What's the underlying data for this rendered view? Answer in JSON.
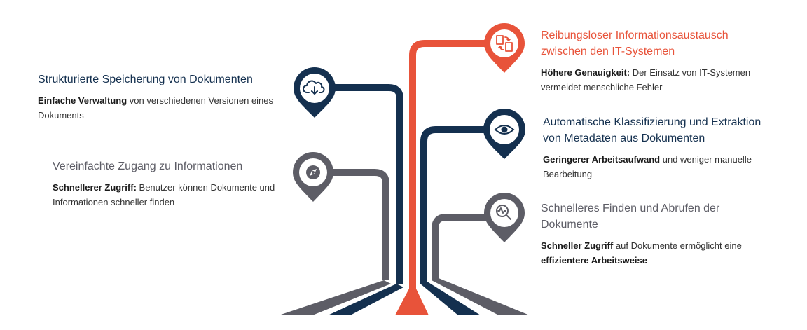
{
  "colors": {
    "navy": "#14304f",
    "grey": "#5d5d66",
    "red": "#e8533a"
  },
  "items": [
    {
      "id": "structured-storage",
      "icon": "cloud-download-icon",
      "color": "navy",
      "title": "Strukturierte Speicherung von Dokumenten",
      "desc_bold": "Einfache Verwaltung",
      "desc_rest": " von verschiedenen Versionen eines Dokuments"
    },
    {
      "id": "simplified-access",
      "icon": "compass-icon",
      "color": "grey",
      "title": "Vereinfachte Zugang zu Informationen",
      "desc_bold": "Schnellerer Zugriff:",
      "desc_rest": " Benutzer können Dokumente und Informationen schneller finden"
    },
    {
      "id": "information-exchange",
      "icon": "document-exchange-icon",
      "color": "red",
      "title": "Reibungsloser Informationsaustausch zwischen den IT-Systemen",
      "desc_bold": "Höhere Genauigkeit:",
      "desc_rest": " Der Einsatz von IT-Systemen vermeidet menschliche Fehler"
    },
    {
      "id": "classification",
      "icon": "eye-icon",
      "color": "navy",
      "title": "Automatische Klassifizierung und Extraktion von Metadaten aus Dokumenten",
      "desc_bold": "Geringerer Arbeitsaufwand",
      "desc_rest": " und weniger manuelle Bearbeitung"
    },
    {
      "id": "fast-retrieval",
      "icon": "search-analytics-icon",
      "color": "grey",
      "title": "Schnelleres Finden und Abrufen der Dokumente",
      "desc_bold": "Schneller Zugriff",
      "desc_rest": " auf Dokumente ermöglicht eine ",
      "desc_bold2": "effizientere Arbeitsweise"
    }
  ]
}
